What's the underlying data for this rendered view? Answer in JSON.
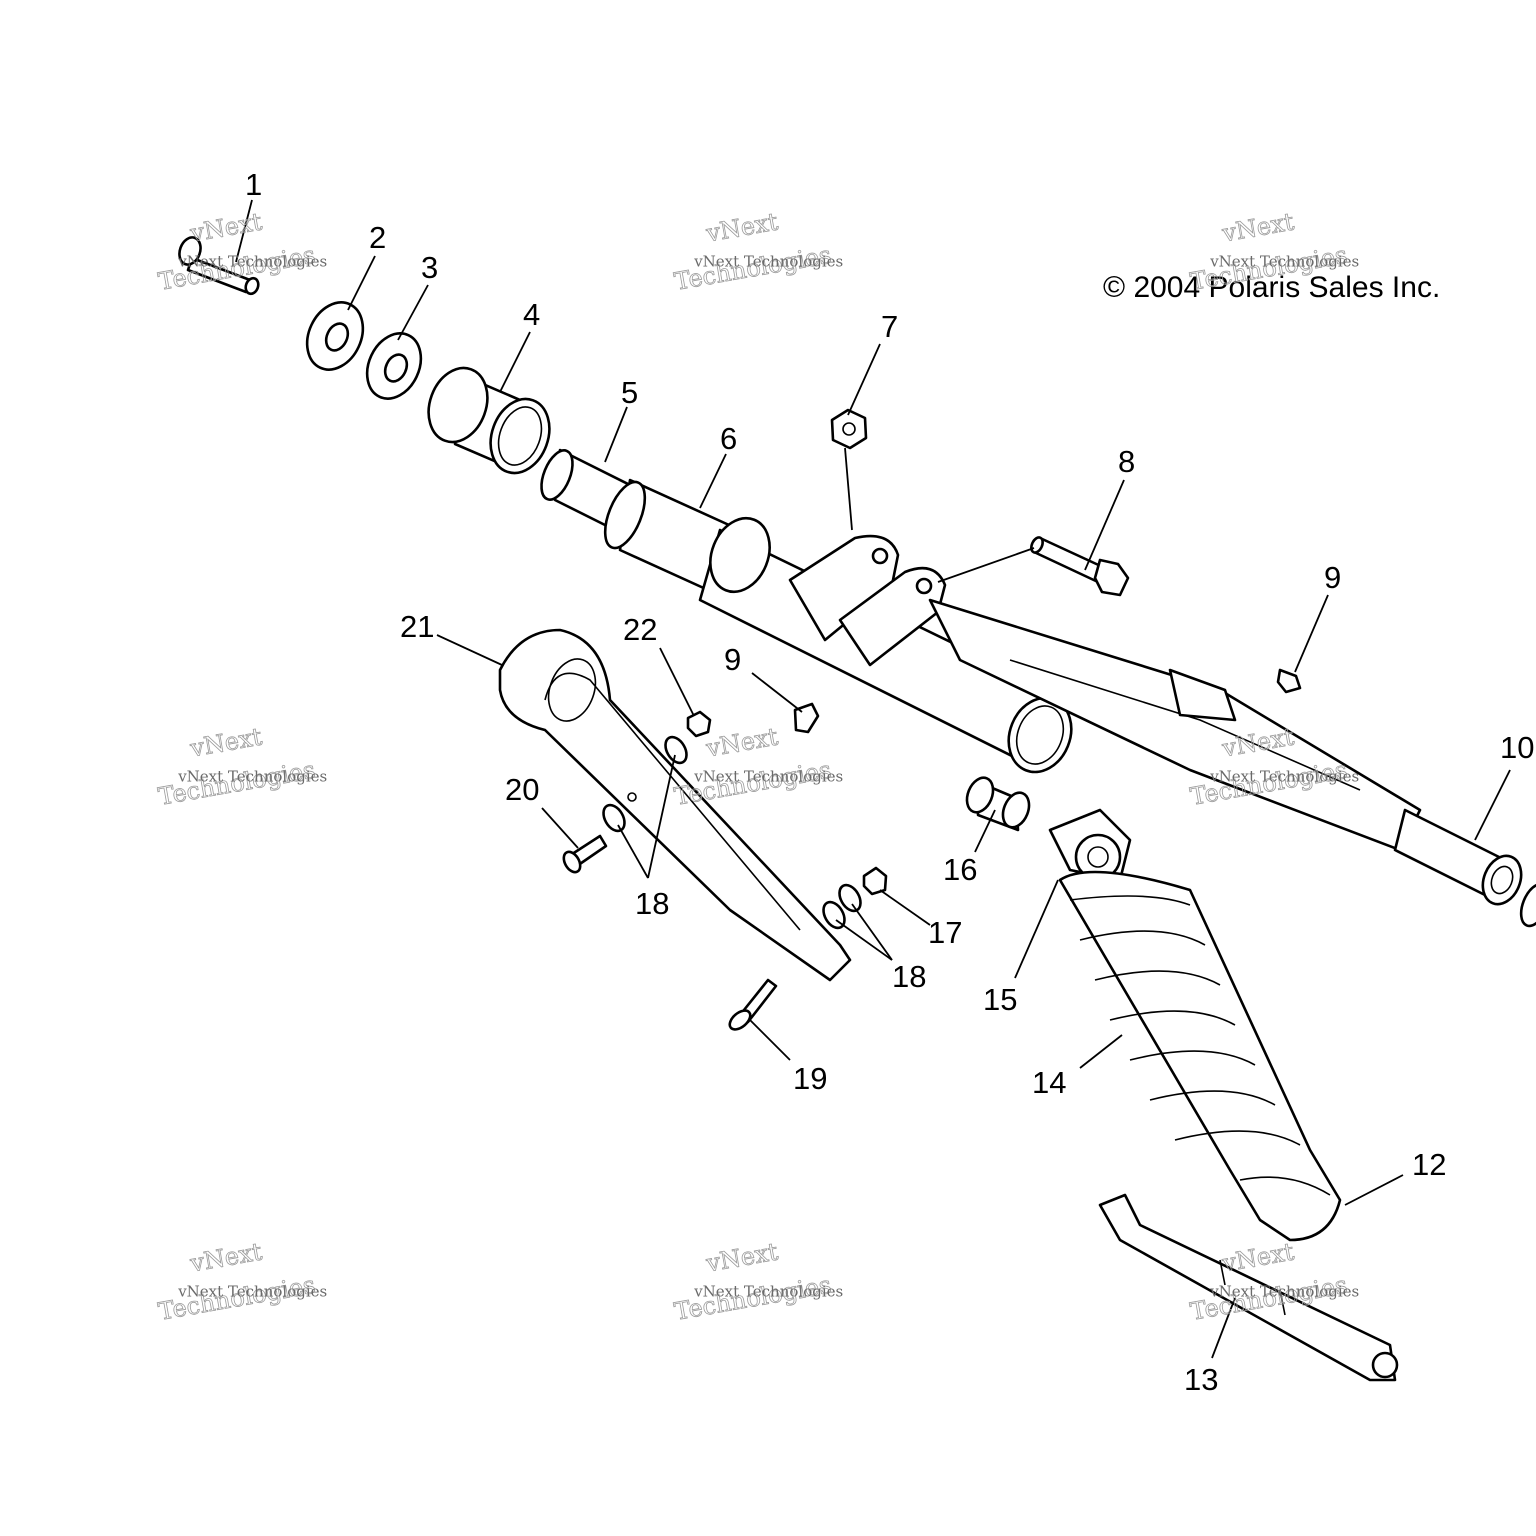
{
  "copyright": "© 2004 Polaris Sales Inc.",
  "watermark": {
    "top_line": "vNext",
    "middle_line": "vNext Technologies",
    "bottom_line": "Technologies"
  },
  "callouts": [
    "1",
    "2",
    "3",
    "4",
    "5",
    "6",
    "7",
    "8",
    "9",
    "9",
    "10",
    "12",
    "13",
    "14",
    "15",
    "16",
    "17",
    "18",
    "18",
    "19",
    "20",
    "21",
    "22"
  ]
}
